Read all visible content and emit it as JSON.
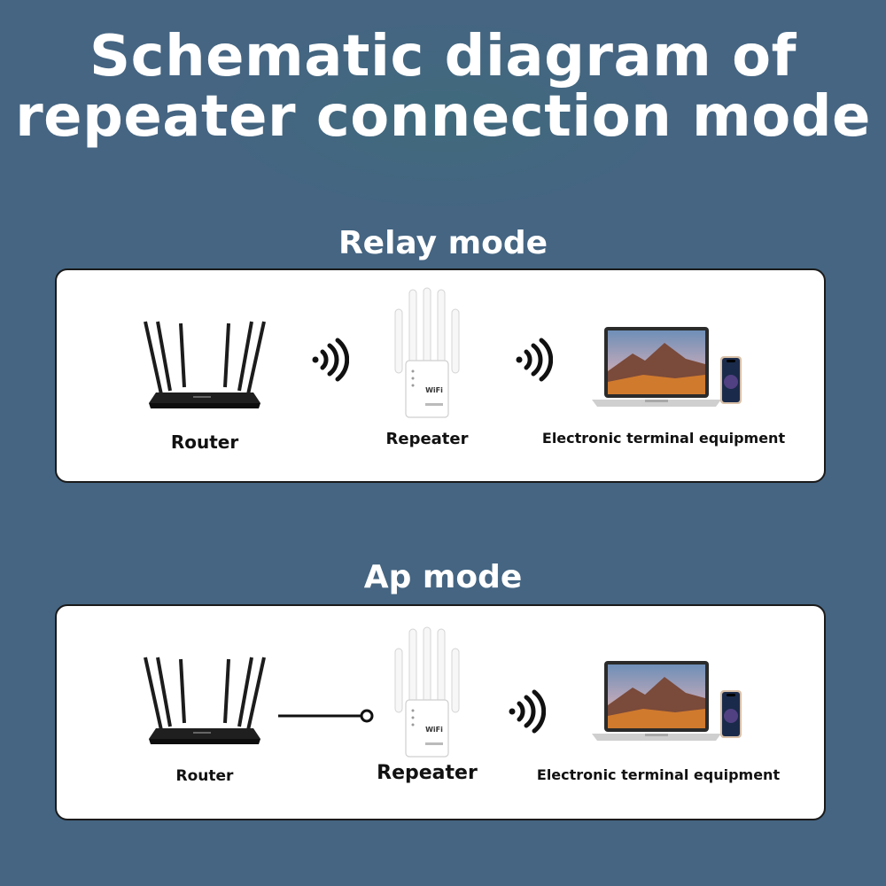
{
  "title": "Schematic diagram of repeater connection mode",
  "sections": [
    {
      "label": "Relay mode",
      "nodes": {
        "router": "Router",
        "repeater": "Repeater",
        "terminal": "Electronic terminal equipment"
      },
      "links": [
        "wireless",
        "wireless"
      ]
    },
    {
      "label": "Ap mode",
      "nodes": {
        "router": "Router",
        "repeater": "Repeater",
        "terminal": "Electronic terminal equipment"
      },
      "links": [
        "wired",
        "wireless"
      ]
    }
  ],
  "device_text": {
    "repeater_badge": "WiFi"
  },
  "colors": {
    "background": "#456582",
    "panel": "#ffffff",
    "ink": "#111111"
  }
}
